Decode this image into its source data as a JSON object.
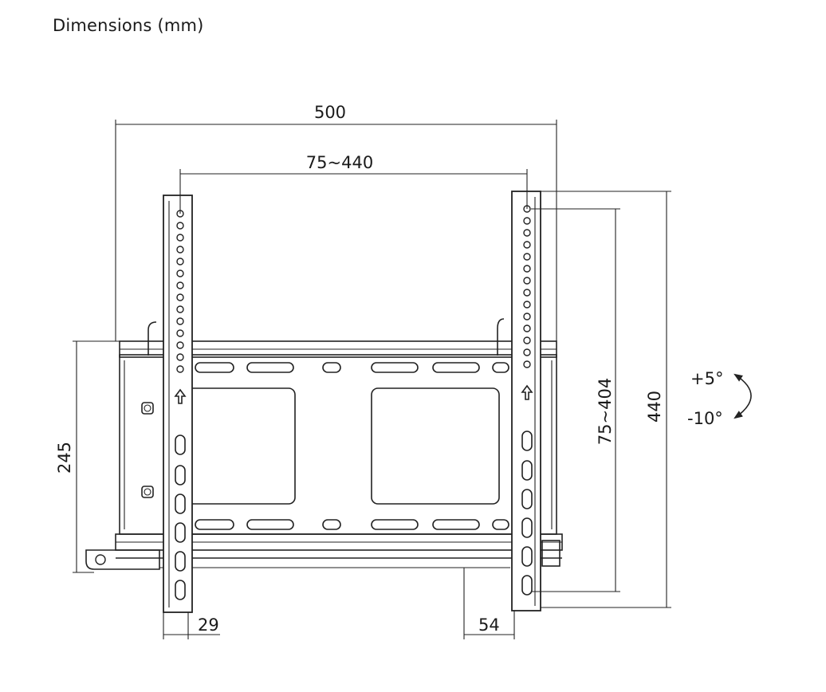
{
  "title": "Dimensions (mm)",
  "dimensions": {
    "overall_width": "500",
    "vesa_horizontal": "75~440",
    "vesa_vertical": "75~404",
    "overall_height": "440",
    "crossbar_height": "245",
    "arm_width": "29",
    "depth": "54"
  },
  "tilt": {
    "up": "+5°",
    "down": "-10°"
  }
}
